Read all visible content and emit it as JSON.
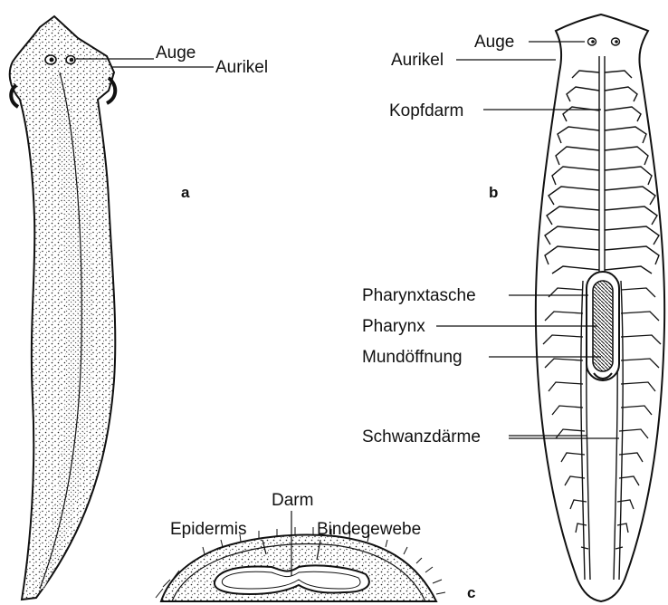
{
  "panels": {
    "a": "a",
    "b": "b",
    "c": "c"
  },
  "figure_a": {
    "auge": "Auge",
    "aurikel": "Aurikel"
  },
  "figure_b": {
    "auge": "Auge",
    "aurikel": "Aurikel",
    "kopfdarm": "Kopfdarm",
    "pharynxtasche": "Pharynxtasche",
    "pharynx": "Pharynx",
    "mundoeffnung": "Mundöffnung",
    "schwanzdaerme": "Schwanzdärme"
  },
  "figure_c": {
    "darm": "Darm",
    "epidermis": "Epidermis",
    "bindegewebe": "Bindegewebe"
  },
  "colors": {
    "ink": "#111111",
    "paper": "#ffffff"
  }
}
